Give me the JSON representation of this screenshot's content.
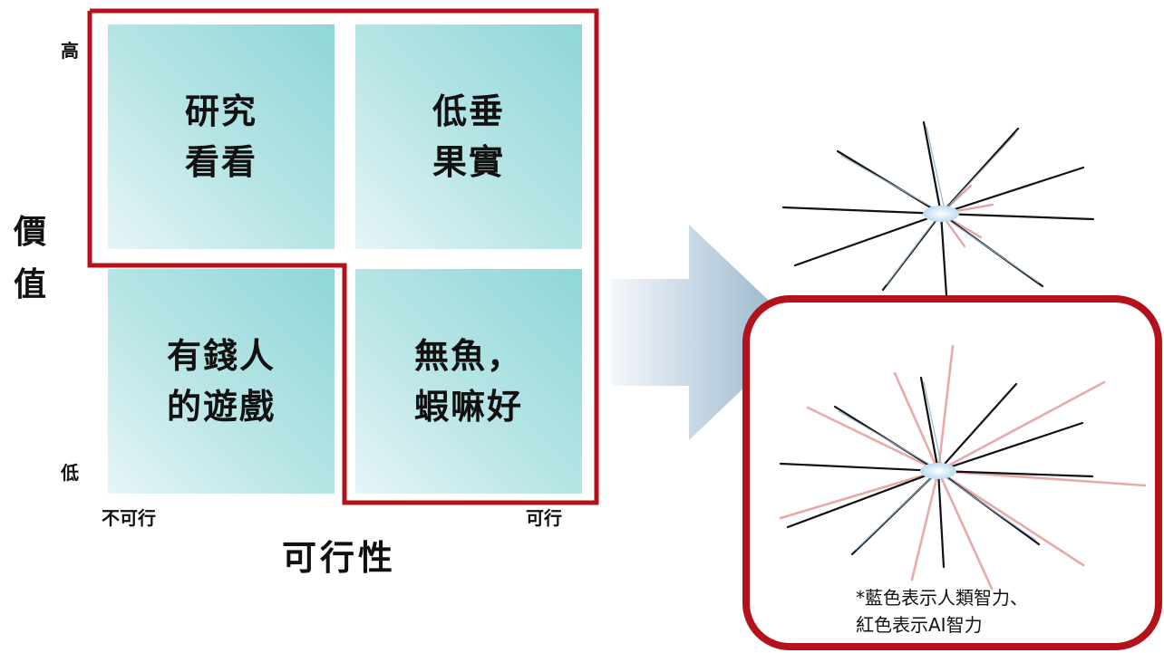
{
  "matrix": {
    "quadrants": {
      "top_left": "研究\n看看",
      "top_right": "低垂\n果實",
      "bottom_left": "有錢人\n的遊戲",
      "bottom_right": "無魚，\n蝦嘛好"
    },
    "y_axis": {
      "label_line1": "價",
      "label_line2": "值",
      "high": "高",
      "low": "低"
    },
    "x_axis": {
      "label": "可行性",
      "left": "不可行",
      "right": "可行"
    }
  },
  "note": {
    "line1": "*藍色表示人類智力、",
    "line2": "紅色表示AI智力"
  },
  "colors": {
    "highlight_red": "#b3121a",
    "arrow_blue": "#9db6cc",
    "human": "#9fc4dc",
    "ai": "#e89a9a"
  }
}
